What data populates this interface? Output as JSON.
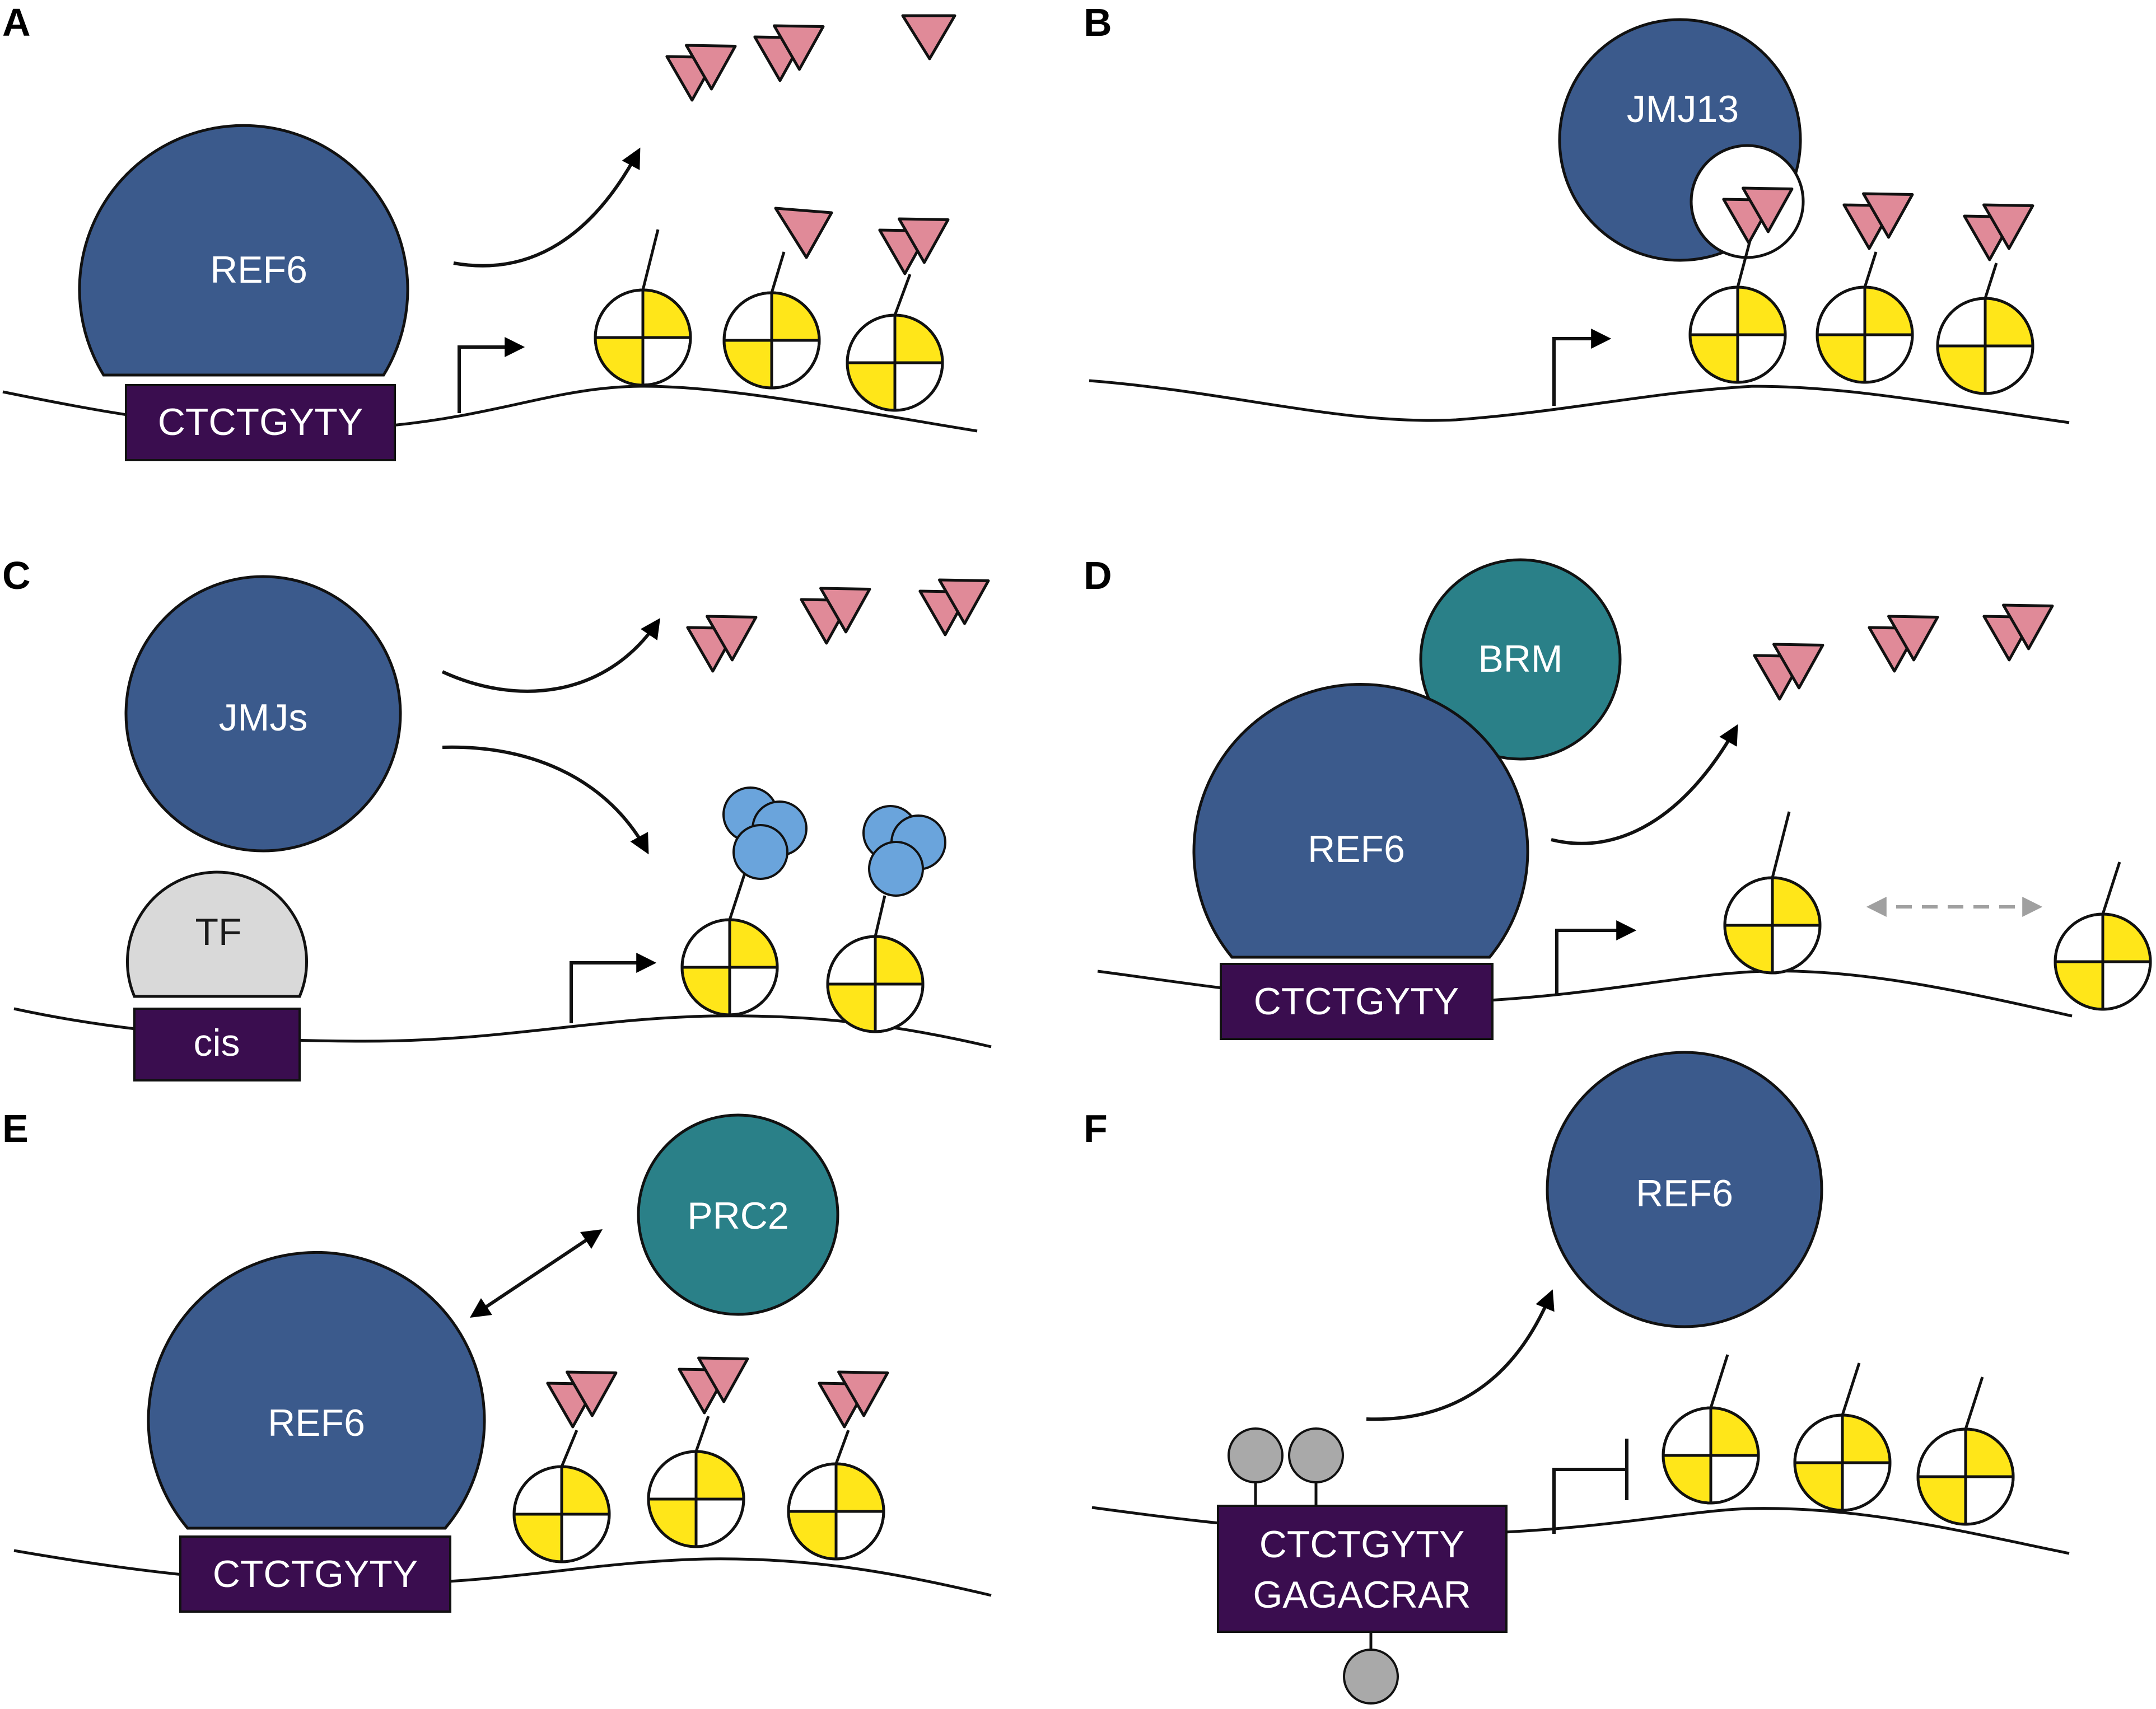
{
  "panels": {
    "a": {
      "letter": "A",
      "protein": "REF6",
      "motif": "CTCTGYTY"
    },
    "b": {
      "letter": "B",
      "protein": "JMJ13"
    },
    "c": {
      "letter": "C",
      "protein": "JMJs",
      "factor": "TF",
      "element": "cis"
    },
    "d": {
      "letter": "D",
      "protein": "REF6",
      "partner": "BRM",
      "motif": "CTCTGYTY"
    },
    "e": {
      "letter": "E",
      "protein": "REF6",
      "partner": "PRC2",
      "motif": "CTCTGYTY"
    },
    "f": {
      "letter": "F",
      "protein": "REF6",
      "motif_line1": "CTCTGYTY",
      "motif_line2": "GAGACRAR"
    }
  },
  "colors": {
    "demethylase": "#3b5a8c",
    "partner": "#2a8088",
    "motif_box": "#3a0d4f",
    "methyl_mark": "#e08a98",
    "acetyl_mark": "#6aa4dc",
    "nucleosome_fill": "#ffe619",
    "transcription_factor": "#d9d9d9",
    "dna_methylation": "#a9a9a9",
    "nucleosome_shift_arrow": "#a0a0a0"
  }
}
